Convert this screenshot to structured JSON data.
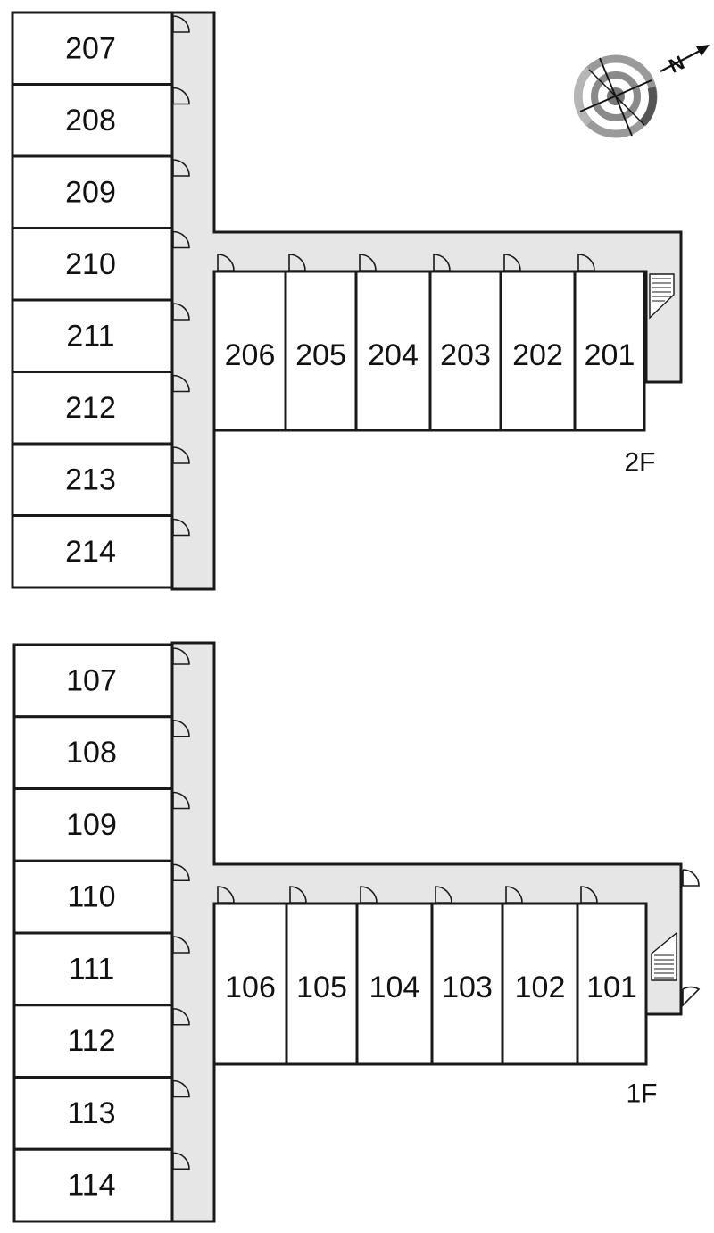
{
  "floors": [
    {
      "label": "2F",
      "left_wing": [
        "207",
        "208",
        "209",
        "210",
        "211",
        "212",
        "213",
        "214"
      ],
      "right_wing": [
        "206",
        "205",
        "204",
        "203",
        "202",
        "201"
      ]
    },
    {
      "label": "1F",
      "left_wing": [
        "107",
        "108",
        "109",
        "110",
        "111",
        "112",
        "113",
        "114"
      ],
      "right_wing": [
        "106",
        "105",
        "104",
        "103",
        "102",
        "101"
      ]
    }
  ],
  "compass": {
    "north_label": "N",
    "icon": "compass-icon"
  }
}
